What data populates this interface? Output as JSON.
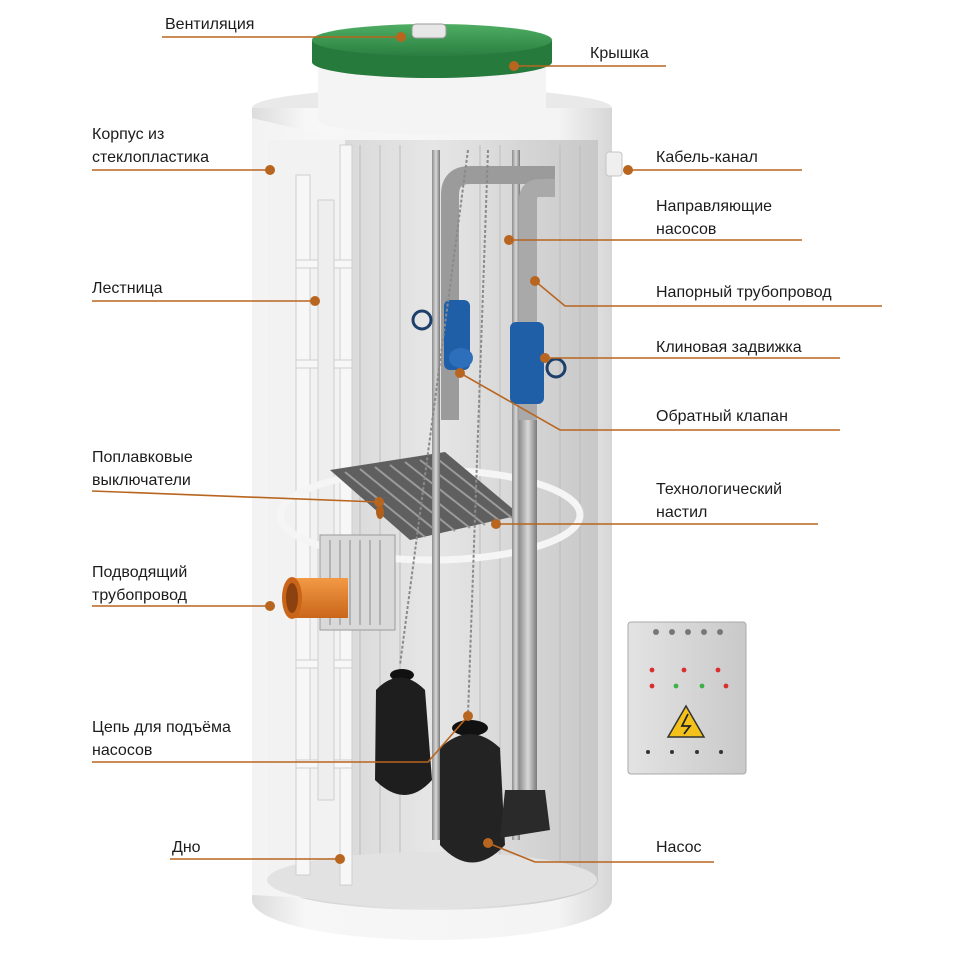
{
  "labels": {
    "ventilation": "Вентиляция",
    "lid": "Крышка",
    "body": "Корпус из\nстеклопластика",
    "cable_channel": "Кабель-канал",
    "pump_guides": "Направляющие\nнасосов",
    "ladder": "Лестница",
    "pressure_pipeline": "Напорный трубопровод",
    "wedge_valve": "Клиновая задвижка",
    "check_valve": "Обратный клапан",
    "float_switches": "Поплавковые\nвыключатели",
    "tech_platform": "Технологический\nнастил",
    "inlet_pipeline": "Подводящий\nтрубопровод",
    "lift_chain": "Цепь для подъёма\nнасосов",
    "bottom": "Дно",
    "pump": "Насос"
  },
  "colors": {
    "leader": "#b8651f",
    "shell": "#f1f1f1",
    "lid": "#2f8f47",
    "inlet_pipe": "#e5822a",
    "valve": "#1f5fa8"
  },
  "icons": {
    "hazard": "high-voltage-icon"
  }
}
